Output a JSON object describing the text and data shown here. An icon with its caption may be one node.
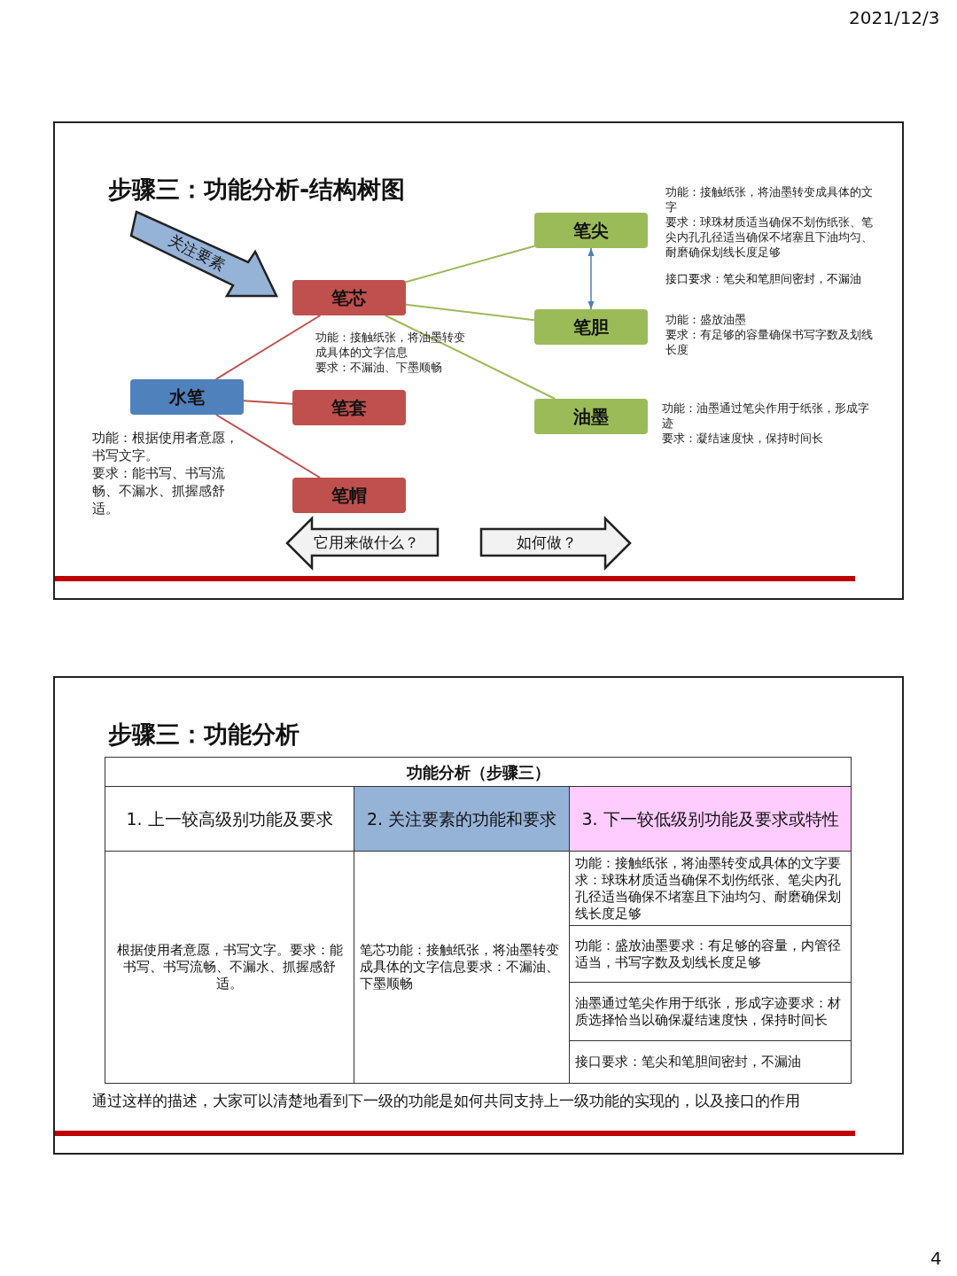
{
  "diagram": {
    "title": "步骤三：功能分析-结构树图",
    "nodes": [
      {
        "text": [
          "水笔"
        ],
        "beside": [
          "功能：根据使用者意愿，书写文字。",
          "要求：能书写、书写流畅、不漏水、抓握感舒适。"
        ]
      },
      {
        "text": [
          "笔芯"
        ],
        "beside": [
          "功能：接触纸张，将油墨转变成具体的文字信息",
          "要求：不漏油、下墨顺畅"
        ]
      },
      {
        "text": [
          "笔套"
        ]
      },
      {
        "text": [
          "笔帽"
        ]
      },
      {
        "text": [
          "笔尖"
        ],
        "beside": [
          "功能：接触纸张，将油墨转变成具体的文字",
          "要求：球珠材质适当确保不划伤纸张、笔尖内孔孔径适当确保不堵塞且下油均匀、耐磨确保划线长度足够"
        ]
      },
      {
        "text": [
          "笔胆"
        ],
        "beside": [
          "功能：盛放油墨",
          "要求：有足够的容量确保书写字数及划线长度"
        ]
      },
      {
        "text": [
          "油墨"
        ],
        "beside": [
          "功能：油墨通过笔尖作用于纸张，形成字迹",
          "要求：凝结速度快，保持时间长"
        ]
      },
      {
        "text": [
          "关注要素"
        ]
      },
      {
        "text": [
          "它用来做什么？"
        ]
      },
      {
        "text": [
          "如何做？"
        ]
      }
    ],
    "edges": [
      {
        "from": 0,
        "to": 1,
        "arrow": "none",
        "color": "#c0504d"
      },
      {
        "from": 0,
        "to": 2,
        "arrow": "none",
        "color": "#c0504d"
      },
      {
        "from": 0,
        "to": 3,
        "arrow": "none",
        "color": "#c0504d"
      },
      {
        "from": 1,
        "to": 4,
        "arrow": "none",
        "color": "#9bbb59"
      },
      {
        "from": 1,
        "to": 5,
        "arrow": "none",
        "color": "#9bbb59"
      },
      {
        "from": 1,
        "to": 6,
        "arrow": "none",
        "color": "#9bbb59"
      },
      {
        "from": 4,
        "to": 5,
        "arrow": "both",
        "color": "#4f81bd"
      }
    ],
    "labels": [
      "2021/12/3",
      "接口要求：笔尖和笔胆间密封，不漏油",
      "步骤三：功能分析",
      "功能分析（步骤三）",
      "1. 上一较高级别功能及要求",
      "2. 关注要素的功能和要求",
      "3. 下一较低级别功能及要求或特性",
      "根据使用者意愿，书写文字。要求：能书写、书写流畅、不漏水、抓握感舒适。",
      "笔芯功能：接触纸张，将油墨转变成具体的文字信息要求：不漏油、下墨顺畅",
      "功能：接触纸张，将油墨转变成具体的文字要求：球珠材质适当确保不划伤纸张、笔尖内孔孔径适当确保不堵塞且下油均匀、耐磨确保划线长度足够",
      "功能：盛放油墨要求：有足够的容量，内管径适当，书写字数及划线长度足够",
      "油墨通过笔尖作用于纸张，形成字迹要求：材质选择恰当以确保凝结速度快，保持时间长",
      "接口要求：笔尖和笔胆间密封，不漏油",
      "通过这样的描述，大家可以清楚地看到下一级的功能是如何共同支持上一级功能的实现的，以及接口的作用",
      "4"
    ]
  }
}
